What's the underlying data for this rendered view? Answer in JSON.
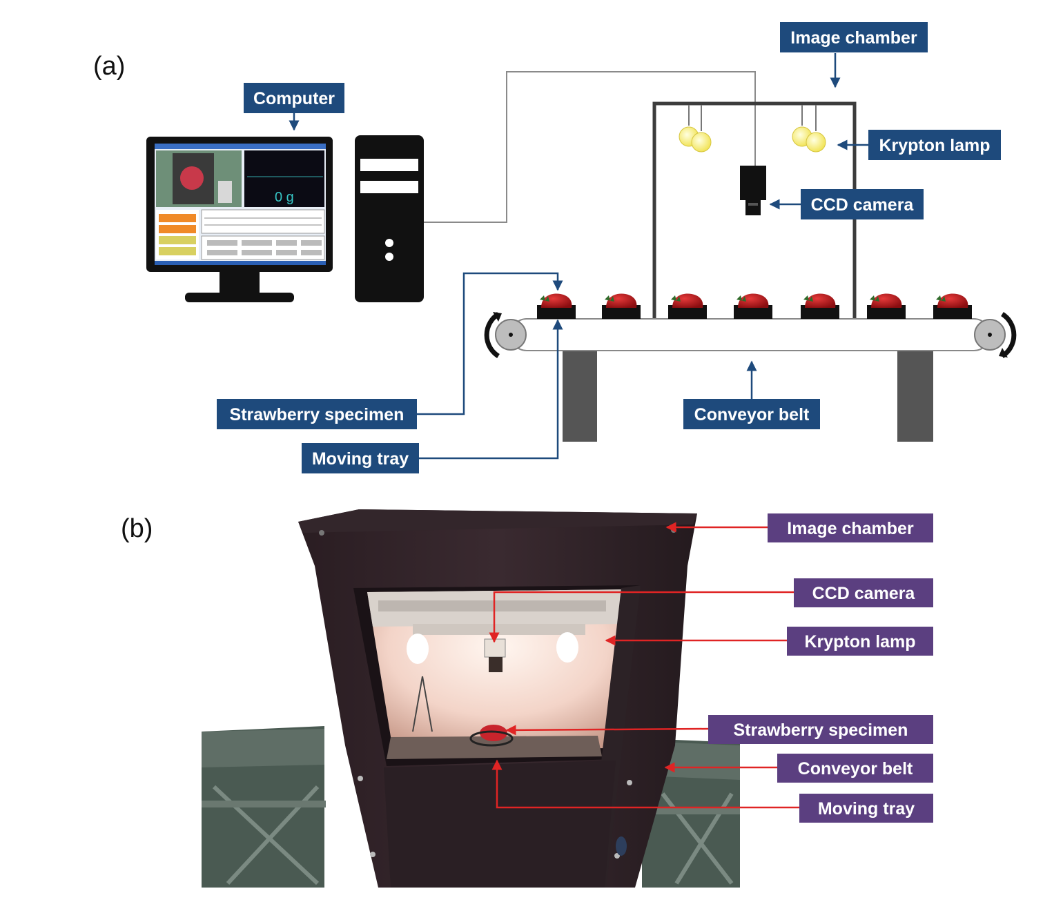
{
  "panel_a": {
    "letter": "(a)",
    "labels": {
      "computer": "Computer",
      "image_chamber": "Image chamber",
      "krypton_lamp": "Krypton lamp",
      "ccd_camera": "CCD camera",
      "strawberry_specimen": "Strawberry specimen",
      "moving_tray": "Moving tray",
      "conveyor_belt": "Conveyor belt"
    },
    "screen_readout": "0 g",
    "label_color": "#1e4a7c",
    "arrow_color": "#1e4a7c"
  },
  "panel_b": {
    "letter": "(b)",
    "labels": {
      "image_chamber": "Image chamber",
      "ccd_camera": "CCD camera",
      "krypton_lamp": "Krypton lamp",
      "strawberry_specimen": "Strawberry specimen",
      "conveyor_belt": "Conveyor belt",
      "moving_tray": "Moving tray"
    },
    "label_color": "#5b3f80",
    "arrow_color": "#e02424"
  }
}
